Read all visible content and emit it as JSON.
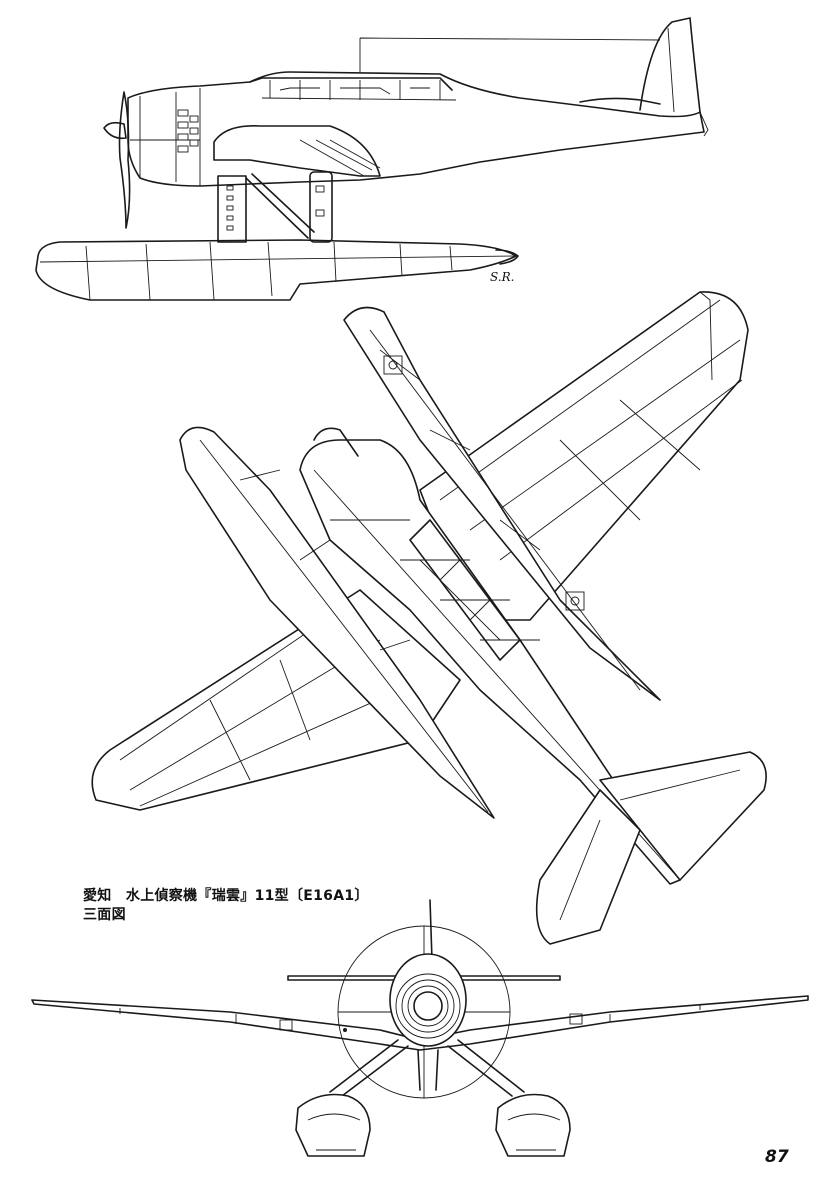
{
  "caption": {
    "line1": "愛知　水上偵察機『瑞雲』11型〔E16A1〕",
    "line2": "三面図"
  },
  "signature": "S.R.",
  "page_number": "87",
  "views": {
    "side": "side-view",
    "top": "plan-view",
    "front": "front-view"
  }
}
